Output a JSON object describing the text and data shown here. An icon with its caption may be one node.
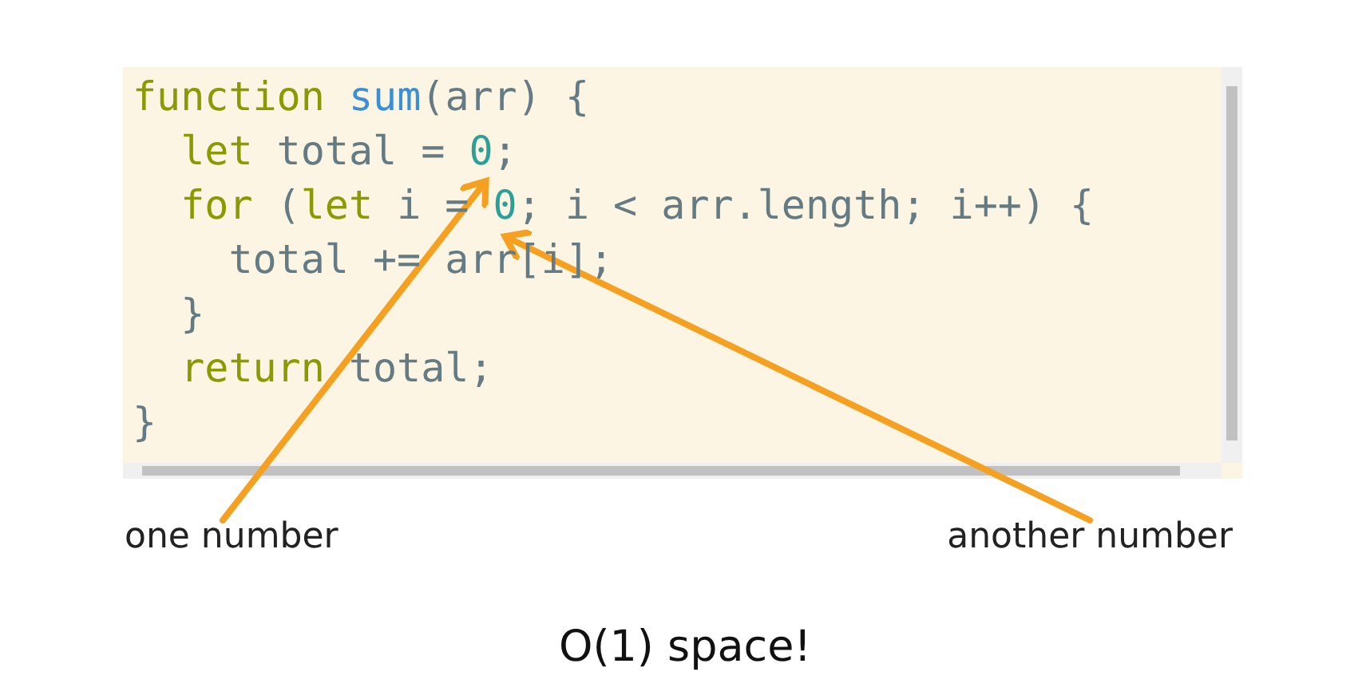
{
  "diagram": {
    "caption": "O(1) space!",
    "nodes": [
      {
        "text": [
          "let total = 0;"
        ]
      },
      {
        "text": [
          "for (let i = 0; i < arr.length; i++) {"
        ]
      },
      {
        "text": [
          "one number"
        ]
      },
      {
        "text": [
          "another number"
        ]
      }
    ],
    "edges": [
      {
        "from": 2,
        "to": 0,
        "arrow": "to"
      },
      {
        "from": 3,
        "to": 1,
        "arrow": "to"
      }
    ],
    "labels": [
      "function sum(arr) {",
      "total += arr[i];",
      "}",
      "return total;",
      "}"
    ]
  }
}
